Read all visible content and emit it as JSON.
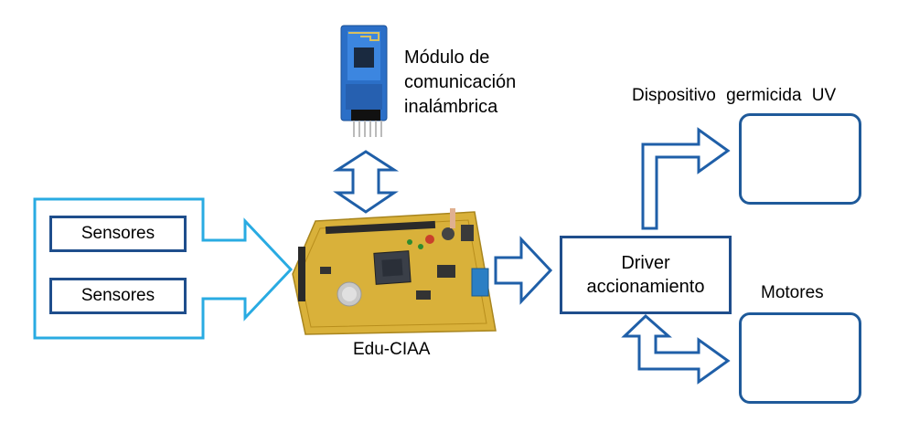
{
  "wireless_module": {
    "label_lines": [
      "Módulo de",
      "comunicación",
      "inalámbrica"
    ]
  },
  "sensors": [
    {
      "label": "Sensores"
    },
    {
      "label": "Sensores"
    }
  ],
  "board": {
    "label": "Edu-CIAA"
  },
  "driver": {
    "label_lines": [
      "Driver",
      "accionamiento"
    ]
  },
  "uv_device": {
    "label": "Dispositivo germicida UV"
  },
  "motors": {
    "label": "Motores"
  },
  "colors": {
    "sensor_frame": "#29abe2",
    "box_border": "#1f4e8c",
    "arrow": "#1f5fa8",
    "board": "#d9b13a"
  },
  "icons": [
    "bluetooth-module-image",
    "edu-ciaa-board-image",
    "uv-led-star-image",
    "motor-wheel-image"
  ]
}
